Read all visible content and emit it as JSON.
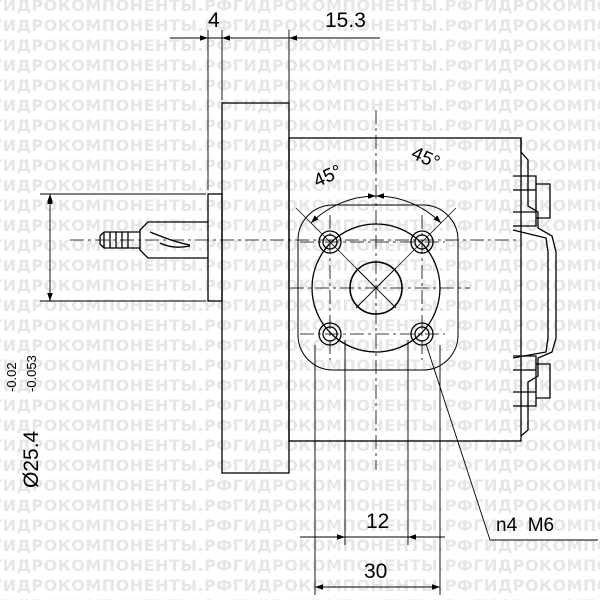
{
  "watermark": {
    "text": "ГИДРОКОМПОНЕНТЫ.РФ"
  },
  "dimensions": {
    "flange_offset": "4",
    "flange_to_body": "15.3",
    "angle_left": "45°",
    "angle_right": "45°",
    "shaft_diameter": "Ø25.4",
    "shaft_tol_upper": "-0.02",
    "shaft_tol_lower": "-0.053",
    "hole_spacing_inner": "12",
    "hole_spacing_outer": "30",
    "thread_note": "n4  M6"
  },
  "colors": {
    "line": "#000000",
    "watermark": "#e6e6e6",
    "background": "#ffffff"
  }
}
